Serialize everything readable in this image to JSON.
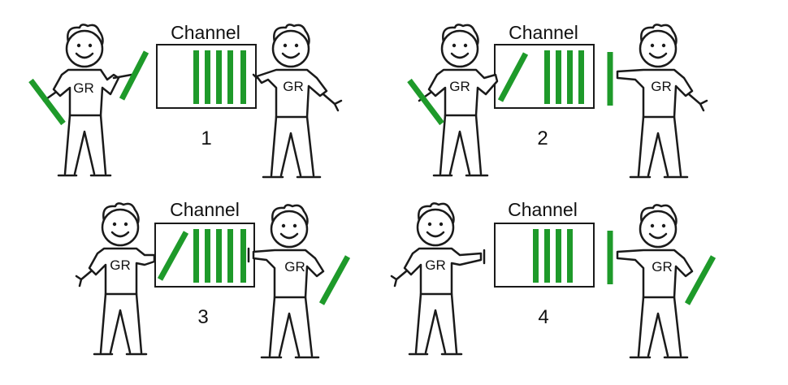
{
  "colors": {
    "stick": "#1a1a1a",
    "stick_green": "#1e9a2a",
    "background": "#ffffff"
  },
  "shirt_text": "GR",
  "panels": [
    {
      "number": "1",
      "channel_label": "Channel",
      "bars_in_channel": 5,
      "left_person": {
        "outer_hand_stick": true,
        "inner_hand_stick": true
      },
      "right_person": {
        "outer_hand_stick": false,
        "inner_hand_stick": false
      },
      "stick_entering_channel": false,
      "stick_at_channel_exit": false
    },
    {
      "number": "2",
      "channel_label": "Channel",
      "bars_in_channel": 4,
      "left_person": {
        "outer_hand_stick": true,
        "inner_hand_stick": false
      },
      "right_person": {
        "outer_hand_stick": false,
        "inner_hand_stick": true
      },
      "stick_entering_channel": true,
      "stick_at_channel_exit": false
    },
    {
      "number": "3",
      "channel_label": "Channel",
      "bars_in_channel": 5,
      "left_person": {
        "outer_hand_stick": false,
        "inner_hand_stick": false
      },
      "right_person": {
        "outer_hand_stick": true,
        "inner_hand_stick": false
      },
      "stick_entering_channel": true,
      "stick_at_channel_exit": false
    },
    {
      "number": "4",
      "channel_label": "Channel",
      "bars_in_channel": 4,
      "left_person": {
        "outer_hand_stick": false,
        "inner_hand_stick": false
      },
      "right_person": {
        "outer_hand_stick": true,
        "inner_hand_stick": true
      },
      "stick_entering_channel": false,
      "stick_at_channel_exit": false
    }
  ]
}
